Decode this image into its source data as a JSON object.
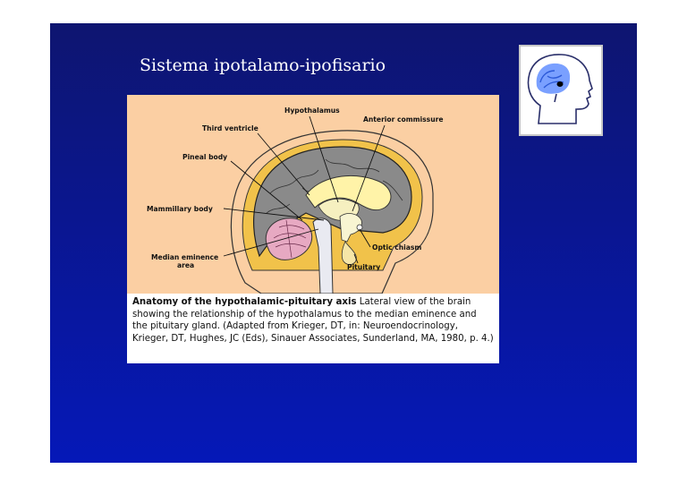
{
  "slide": {
    "title": "Sistema ipotalamo-ipofisario",
    "background_top": "#0e1570",
    "background_bottom": "#0518b8"
  },
  "thumbnail": {
    "icon": "head-brain-icon"
  },
  "diagram": {
    "background": "#fbcfa3",
    "labels": {
      "hypothalamus": "Hypothalamus",
      "anterior_commissure": "Anterior commissure",
      "third_ventricle": "Third ventricle",
      "pineal_body": "Pineal body",
      "mammillary_body": "Mammillary body",
      "median_eminence_line1": "Median eminence",
      "median_eminence_line2": "area",
      "optic_chiasm": "Optic chiasm",
      "pituitary": "Pituitary"
    }
  },
  "caption": {
    "title": "Anatomy of the hypothalamic-pituitary axis",
    "text": "Lateral view of the brain showing the relationship of the hypothalamus to the median eminence and the pituitary gland. (Adapted from Krieger, DT, in: Neuroendocrinology, Krieger, DT, Hughes, JC (Eds), Sinauer Associates, Sunderland, MA, 1980, p. 4.)"
  }
}
